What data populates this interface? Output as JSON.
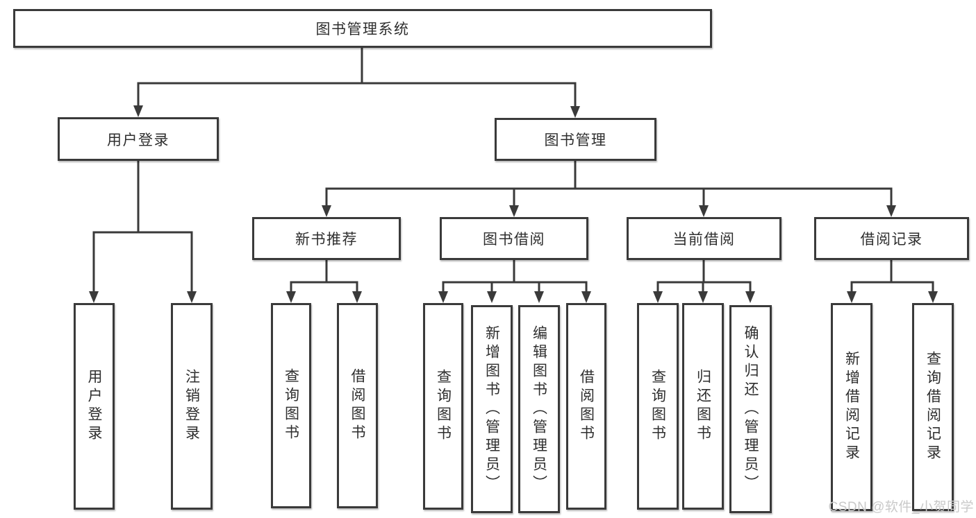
{
  "colors": {
    "line": "#3a3a3a",
    "text": "#2e2e2e",
    "background": "#ffffff",
    "watermark": "#c9c9c9"
  },
  "watermark": "CSDN @软件_小贺同学",
  "tree": {
    "label": "图书管理系统",
    "children": [
      {
        "label": "用户登录",
        "children": [
          {
            "label": "用户登录"
          },
          {
            "label": "注销登录"
          }
        ]
      },
      {
        "label": "图书管理",
        "children": [
          {
            "label": "新书推荐",
            "children": [
              {
                "label": "查询图书"
              },
              {
                "label": "借阅图书"
              }
            ]
          },
          {
            "label": "图书借阅",
            "children": [
              {
                "label": "查询图书"
              },
              {
                "label": "新增图书（管理员）"
              },
              {
                "label": "编辑图书（管理员）"
              },
              {
                "label": "借阅图书"
              }
            ]
          },
          {
            "label": "当前借阅",
            "children": [
              {
                "label": "查询图书"
              },
              {
                "label": "归还图书"
              },
              {
                "label": "确认归还（管理员）"
              }
            ]
          },
          {
            "label": "借阅记录",
            "children": [
              {
                "label": "新增借阅记录"
              },
              {
                "label": "查询借阅记录"
              }
            ]
          }
        ]
      }
    ]
  }
}
